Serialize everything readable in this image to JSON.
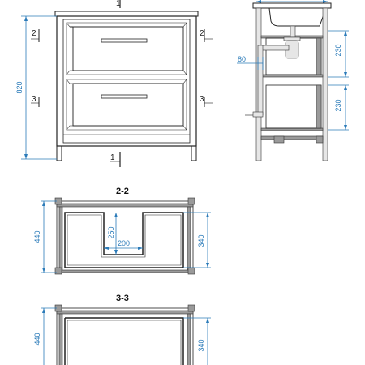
{
  "front_view": {
    "height_dim": "820",
    "section_marks": [
      "1",
      "2",
      "2",
      "3",
      "3",
      "1"
    ]
  },
  "side_view": {
    "dims": [
      "80",
      "230",
      "230"
    ]
  },
  "section_2": {
    "title": "2-2",
    "dims": [
      "440",
      "340",
      "250",
      "200"
    ]
  },
  "section_3": {
    "title": "3-3",
    "dims": [
      "440",
      "340"
    ]
  },
  "colors": {
    "dimension": "#2b7bb9",
    "line": "#222222",
    "frame": "#9a9a9a"
  }
}
